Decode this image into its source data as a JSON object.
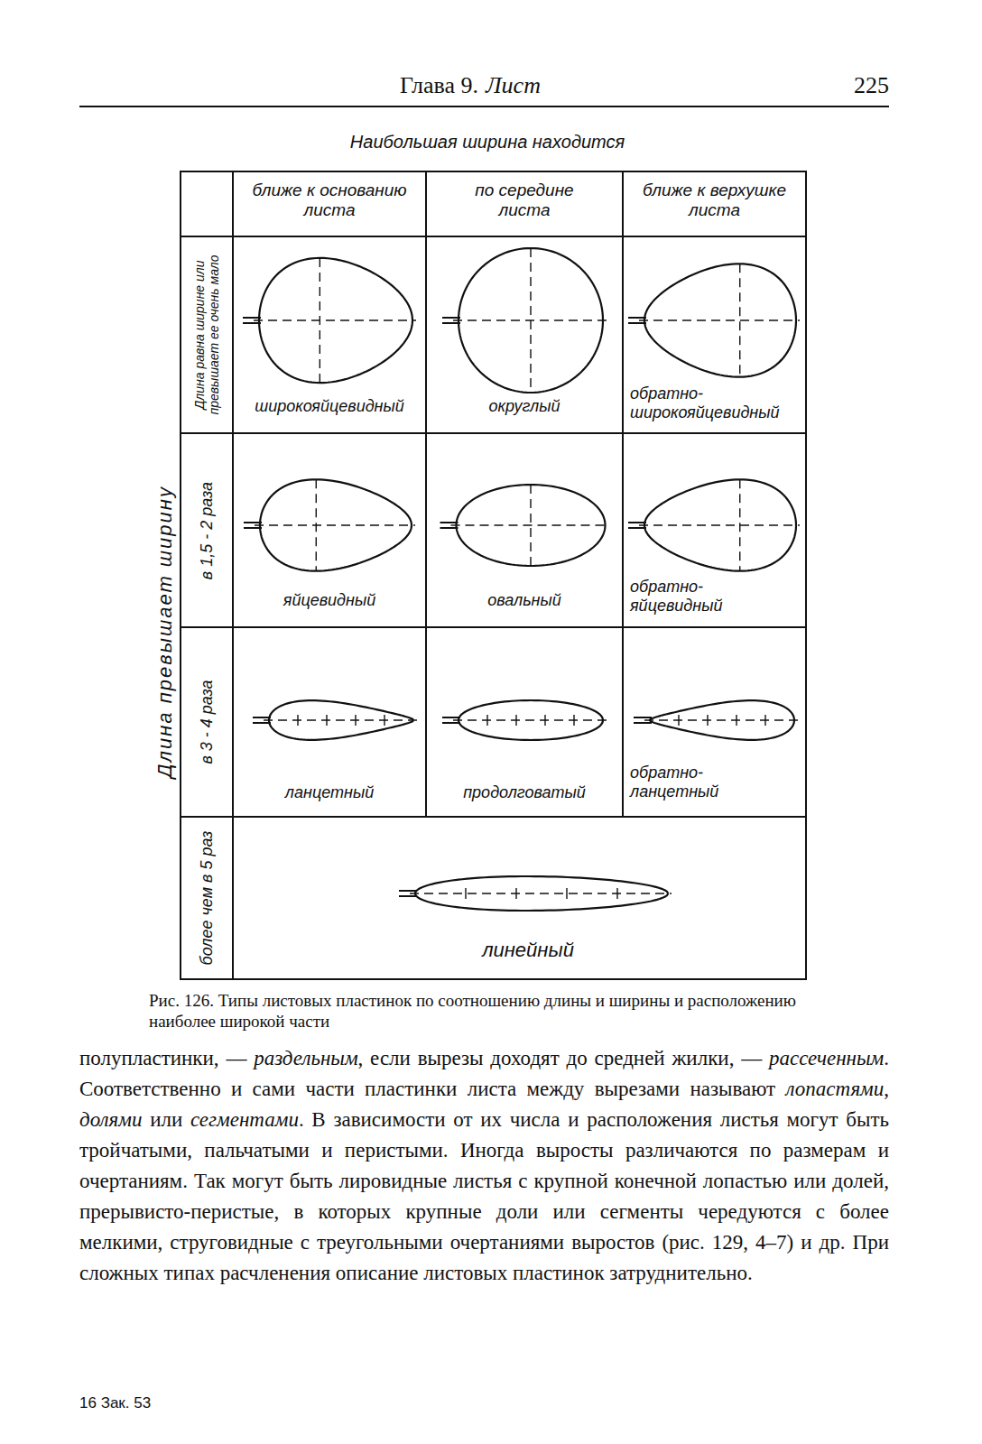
{
  "diagram": {
    "caption": "Рис. 126. Типы листовых пластинок по соотношению длины и ширины и расположению наиболее широкой части",
    "labels": [
      "Глава 9.",
      "Лист",
      "225",
      "Наибольшая ширина находится",
      "ближе к основанию листа",
      "по середине листа",
      "ближе к верхушке листа",
      "Длина превышает ширину",
      "Длина равна ширине или превышает ее очень мало",
      "в 1,5 - 2 раза",
      "в 3 - 4 раза",
      "более чем в 5 раз",
      "широкояйцевидный",
      "округлый",
      "обратно-широкояйцевидный",
      "яйцевидный",
      "овальный",
      "обратно-яйцевидный",
      "ланцетный",
      "продолговатый",
      "обратно-ланцетный",
      "линейный",
      "полупластинки, — ",
      "раздельным",
      ", если вырезы доходят до средней жилки, — ",
      "рассеченным",
      ". Соответственно и сами части пластинки листа между вырезами называют ",
      "лопастями",
      ", ",
      "долями",
      " или ",
      "сегментами",
      ". В зависимости от их числа и расположения листья могут быть тройчатыми, пальчатыми и перистыми. Иногда выросты различаются по размерам и очертаниям. Так могут быть лировидные листья с крупной конечной лопастью или долей, прерывисто-перистые, в которых крупные доли или сегменты чередуются с более мелкими, струговидные с треугольными очертаниями выростов (рис. 129, 4–7) и др. При сложных типах расчленения описание листовых пластинок затруднительно.",
      "16 Зак. 53"
    ]
  }
}
